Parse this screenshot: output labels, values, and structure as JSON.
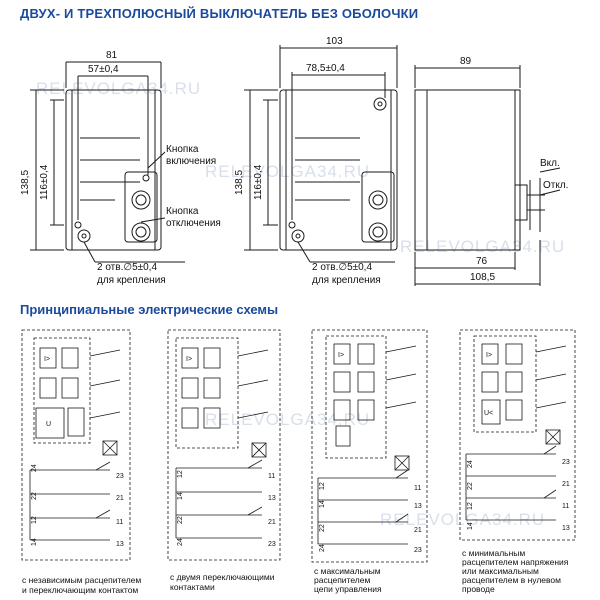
{
  "header": {
    "title": "ДВУХ- И ТРЕХПОЛЮСНЫЙ ВЫКЛЮЧАТЕЛЬ БЕЗ ОБОЛОЧКИ"
  },
  "section": {
    "title": "Принципиальные электрические схемы"
  },
  "watermark": "RELEVOLGA34.RU",
  "colors": {
    "title": "#1a4a9e",
    "line": "#1a1a1a",
    "watermark": "#b9c6dc"
  },
  "drawing1": {
    "width_total": "81",
    "width_inner": "57±0,4",
    "height_total": "138,5",
    "height_inner": "116±0,4",
    "on_button": [
      "Кнопка",
      "включения"
    ],
    "off_button": [
      "Кнопка",
      "отключения"
    ],
    "holes": [
      "2 отв.∅5±0,4",
      "для крепления"
    ]
  },
  "drawing2": {
    "width_total": "103",
    "width_inner": "78,5±0,4",
    "height_total": "138,5",
    "height_inner": "116±0,4",
    "holes": [
      "2 отв.∅5±0,4",
      "для крепления"
    ]
  },
  "drawing3": {
    "depth": "89",
    "on_label": "Вкл.",
    "off_label": "Откл.",
    "dim_a": "76",
    "dim_b": "108,5"
  },
  "schemes": [
    {
      "caption": [
        "с независимым расцепителем",
        "и переключающим контактом"
      ],
      "terminals": [
        "24",
        "23",
        "22",
        "21",
        "12",
        "14",
        "11",
        "13"
      ]
    },
    {
      "caption": [
        "с двумя переключающими",
        "контактами"
      ],
      "terminals": [
        "12",
        "14",
        "11",
        "13",
        "22",
        "24",
        "21",
        "23"
      ]
    },
    {
      "caption": [
        "с максимальным",
        "расцепителем",
        "цепи управления"
      ],
      "terminals": [
        "12",
        "14",
        "11",
        "13",
        "22",
        "24",
        "21",
        "23"
      ]
    },
    {
      "caption": [
        "с минимальным",
        "расцепителем напряжения",
        "или максимальным",
        "расцепителем в нулевом",
        "проводе"
      ],
      "terminals": [
        "24",
        "23",
        "22",
        "21",
        "12",
        "14",
        "11",
        "13"
      ]
    }
  ],
  "coil_labels": {
    "small": "I>",
    "under": "U<",
    "indep": "U"
  }
}
